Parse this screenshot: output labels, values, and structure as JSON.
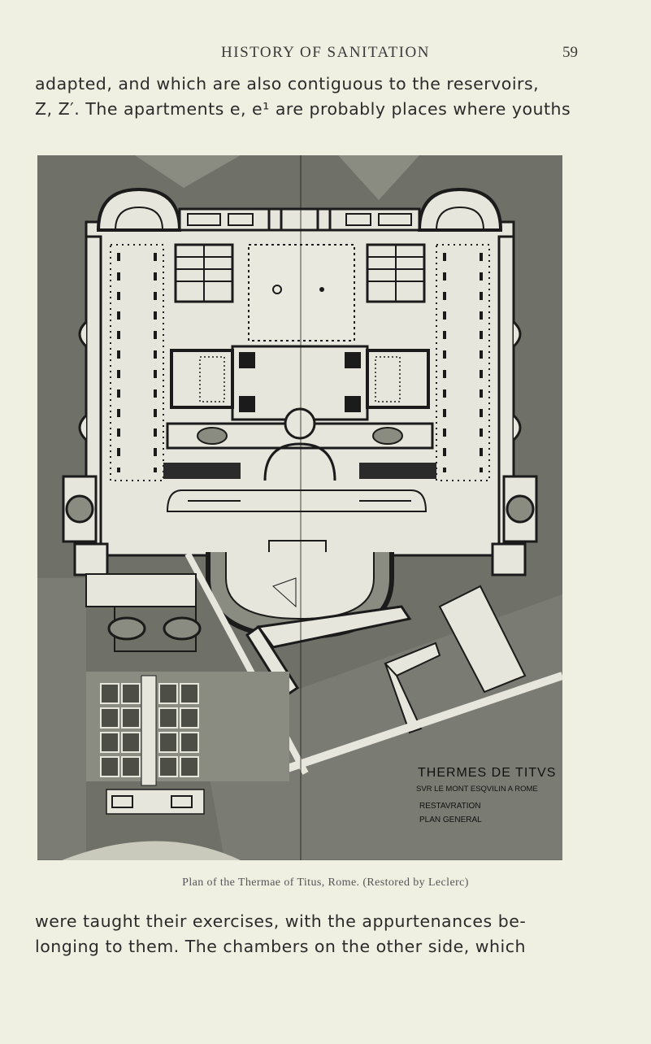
{
  "header": {
    "running_title": "HISTORY OF SANITATION",
    "page_number": "59"
  },
  "text_top": {
    "lines": [
      "adapted, and which are also contiguous to the reservoirs,",
      "Z, Z′. The apartments e, e¹ are probably places where youths"
    ]
  },
  "plate": {
    "title": "THERMES DE TITVS",
    "subtitle": "SVR LE MONT ESQVILIN A ROME",
    "label_1": "RESTAVRATION",
    "label_2": "PLAN GENERAL"
  },
  "caption": "Plan of the Thermae of Titus, Rome. (Restored by Leclerc)",
  "text_bottom": {
    "lines": [
      "were taught their exercises, with the appurtenances be-",
      "longing to them. The chambers on the other side, which"
    ]
  },
  "colors": {
    "paper": "#efefe2",
    "plan_dark": "#6f7168",
    "plan_light": "#e6e6dc",
    "wall": "#1b1b1b"
  }
}
